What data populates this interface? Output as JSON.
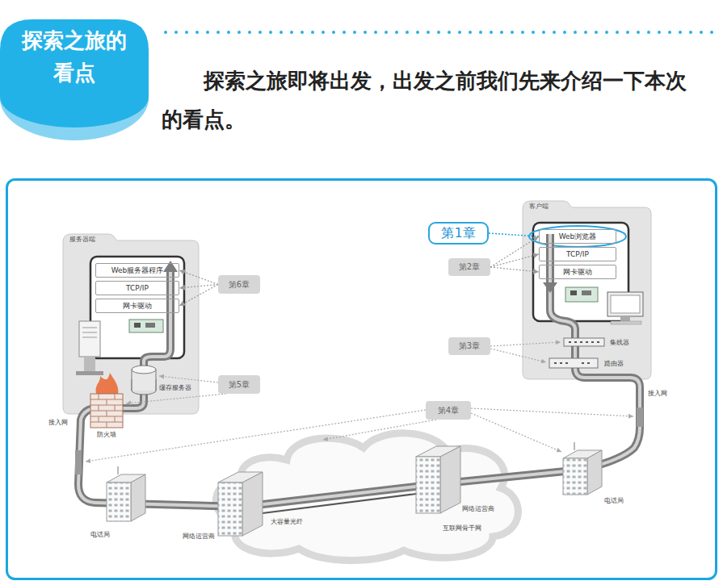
{
  "diagram": {
    "title": "探索之旅的 看点",
    "nodes": [
      {
        "text": [
          "服务器端"
        ]
      },
      {
        "text": [
          "Web服务器程序"
        ],
        "in": 0
      },
      {
        "text": [
          "TCP/IP"
        ],
        "in": 0
      },
      {
        "text": [
          "网卡驱动"
        ],
        "in": 0
      },
      {
        "text": [
          "客户端"
        ]
      },
      {
        "text": [
          "Web浏览器"
        ],
        "in": 4
      },
      {
        "text": [
          "TCP/IP"
        ],
        "in": 4
      },
      {
        "text": [
          "网卡驱动"
        ],
        "in": 4
      },
      {
        "text": [
          "第1章"
        ]
      },
      {
        "text": [
          "第2章"
        ]
      },
      {
        "text": [
          "第3章"
        ]
      },
      {
        "text": [
          "第4章"
        ]
      },
      {
        "text": [
          "第5章"
        ]
      },
      {
        "text": [
          "第6章"
        ]
      }
    ],
    "edges": [
      {
        "from": 8,
        "to": 5,
        "arrow": "none"
      },
      {
        "from": 9,
        "to": 5,
        "arrow": "to"
      },
      {
        "from": 9,
        "to": 6,
        "arrow": "to"
      },
      {
        "from": 9,
        "to": 7,
        "arrow": "to"
      },
      {
        "from": 13,
        "to": 1,
        "arrow": "to"
      },
      {
        "from": 13,
        "to": 2,
        "arrow": "to"
      },
      {
        "from": 13,
        "to": 3,
        "arrow": "to"
      }
    ],
    "labels": [
      "探索之旅即将出发，出发之前我们先来介绍一下本次的看点。",
      "缓存服务器",
      "防火墙",
      "接入网",
      "集线器",
      "路由器",
      "接入网",
      "电话局",
      "网络运营商",
      "大容量光纤",
      "网络运营商",
      "互联网骨干网",
      "电话局"
    ]
  }
}
